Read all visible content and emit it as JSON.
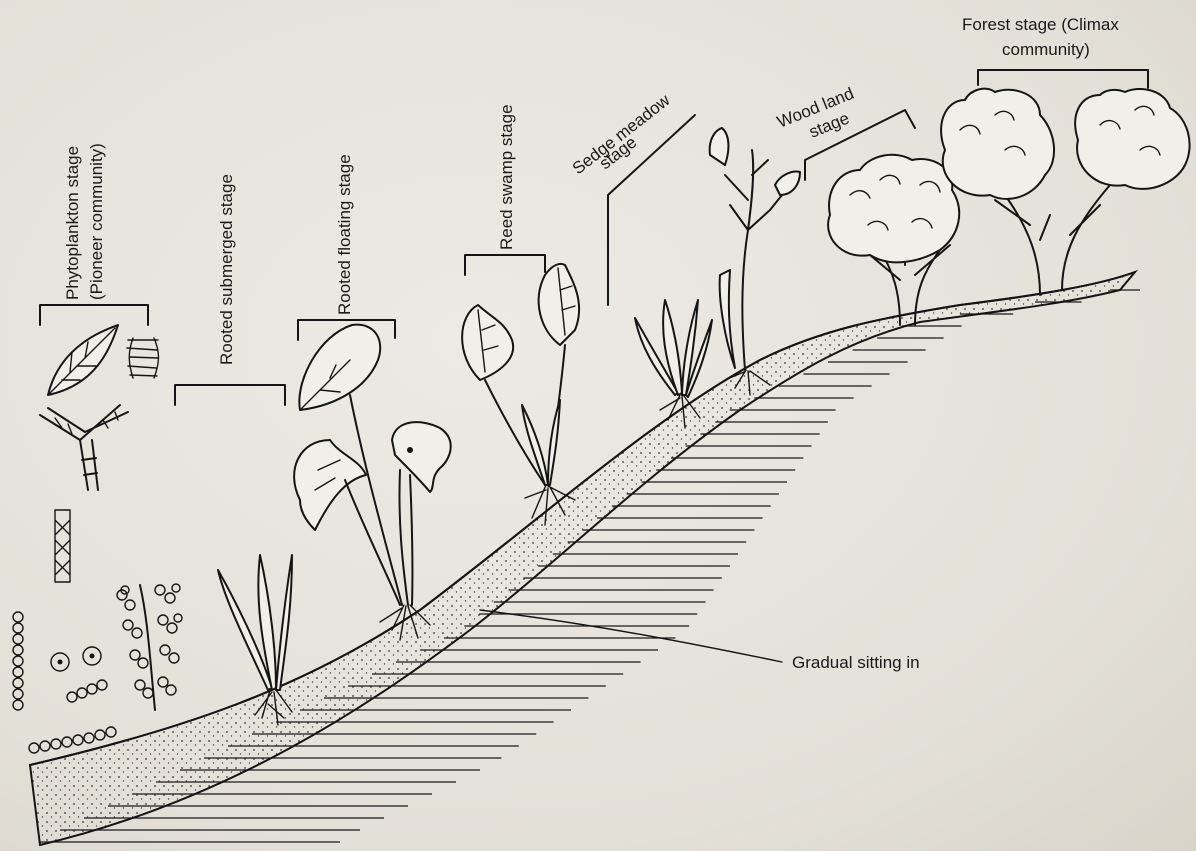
{
  "labels": {
    "forest_line1": "Forest stage (Climax",
    "forest_line2": "community)",
    "woodland_line1": "Wood land",
    "woodland_line2": "stage",
    "sedge_line1": "Sedge meadow",
    "sedge_line2": "stage",
    "reed": "Reed swamp stage",
    "floating": "Rooted floating stage",
    "submerged": "Rooted submerged stage",
    "phyto_line1": "Phytoplankton stage",
    "phyto_line2": "(Pioneer community)",
    "silting": "Gradual sitting in"
  }
}
